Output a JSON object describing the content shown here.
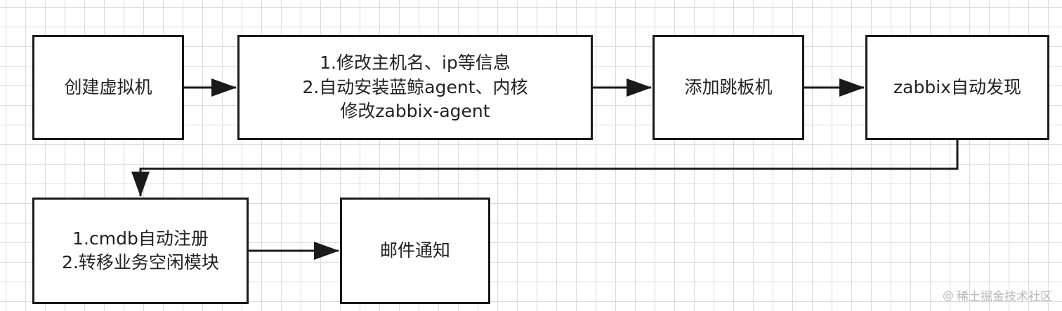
{
  "nodes": {
    "n1": {
      "lines": [
        "创建虚拟机"
      ]
    },
    "n2": {
      "lines": [
        "1.修改主机名、ip等信息",
        "2.自动安装蓝鲸agent、内核",
        "修改zabbix-agent"
      ]
    },
    "n3": {
      "lines": [
        "添加跳板机"
      ]
    },
    "n4": {
      "lines": [
        "zabbix自动发现"
      ]
    },
    "n5": {
      "lines": [
        "1.cmdb自动注册",
        "2.转移业务空闲模块"
      ]
    },
    "n6": {
      "lines": [
        "邮件通知"
      ]
    }
  },
  "edges": [
    {
      "from": "n1",
      "to": "n2"
    },
    {
      "from": "n2",
      "to": "n3"
    },
    {
      "from": "n3",
      "to": "n4"
    },
    {
      "from": "n4",
      "to": "n5"
    },
    {
      "from": "n5",
      "to": "n6"
    }
  ],
  "watermark": {
    "icon": "at-icon",
    "text": "稀土掘金技术社区"
  },
  "colors": {
    "stroke": "#1a1a1a",
    "grid": "#dcdcdc",
    "text": "#222222",
    "watermark": "#b8b8b8"
  }
}
